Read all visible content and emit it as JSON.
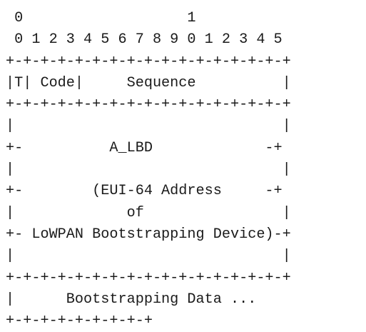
{
  "diagram": {
    "lines": [
      " 0                   1",
      " 0 1 2 3 4 5 6 7 8 9 0 1 2 3 4 5",
      "+-+-+-+-+-+-+-+-+-+-+-+-+-+-+-+-+",
      "|T| Code|     Sequence          |",
      "+-+-+-+-+-+-+-+-+-+-+-+-+-+-+-+-+",
      "|                               |",
      "+-          A_LBD             -+",
      "|                               |",
      "+-        (EUI-64 Address     -+",
      "|             of                |",
      "+- LoWPAN Bootstrapping Device)-+",
      "|                               |",
      "+-+-+-+-+-+-+-+-+-+-+-+-+-+-+-+-+",
      "|      Bootstrapping Data ...",
      "+-+-+-+-+-+-+-+-+"
    ]
  }
}
